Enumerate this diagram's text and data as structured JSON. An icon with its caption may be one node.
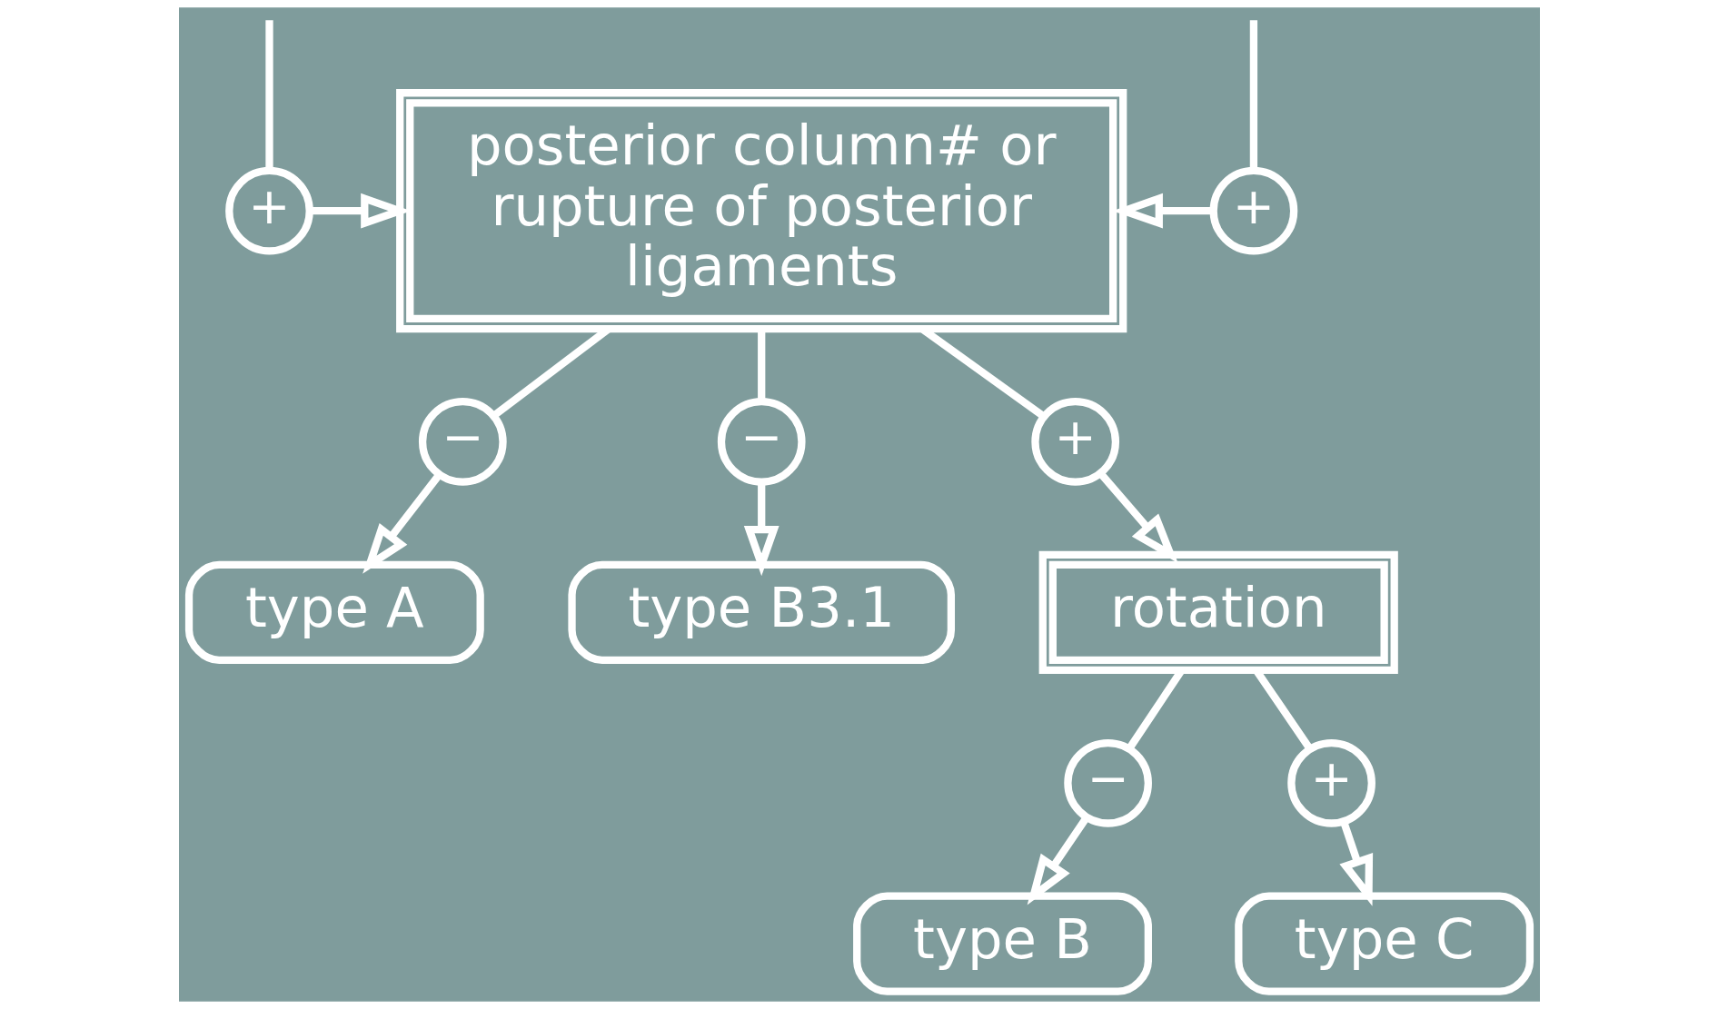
{
  "diagram": {
    "nodes": [
      {
        "text": [
          "+"
        ]
      },
      {
        "text": [
          "posterior column# or rupture of posterior ligaments"
        ]
      },
      {
        "text": [
          "+"
        ]
      },
      {
        "text": [
          "−"
        ]
      },
      {
        "text": [
          "−"
        ]
      },
      {
        "text": [
          "type A"
        ]
      },
      {
        "text": [
          "+"
        ]
      },
      {
        "text": [
          "type B3.1"
        ]
      },
      {
        "text": [
          "rotation"
        ]
      },
      {
        "text": [
          "−"
        ]
      },
      {
        "text": [
          "+"
        ]
      },
      {
        "text": [
          "type B"
        ]
      },
      {
        "text": [
          "type C"
        ]
      }
    ],
    "edges": [
      {
        "from": null,
        "to": 0,
        "arrow": "none"
      },
      {
        "from": 0,
        "to": 1,
        "arrow": "to"
      },
      {
        "from": null,
        "to": 2,
        "arrow": "none"
      },
      {
        "from": 2,
        "to": 1,
        "arrow": "to"
      },
      {
        "from": 1,
        "to": 3,
        "arrow": "none"
      },
      {
        "from": 3,
        "to": 5,
        "arrow": "to"
      },
      {
        "from": 1,
        "to": 6,
        "arrow": "none"
      },
      {
        "from": 6,
        "to": 8,
        "arrow": "to"
      },
      {
        "from": 1,
        "to": 4,
        "arrow": "none"
      },
      {
        "from": 4,
        "to": 7,
        "arrow": "to"
      },
      {
        "from": 8,
        "to": 9,
        "arrow": "none"
      },
      {
        "from": 9,
        "to": 11,
        "arrow": "to"
      },
      {
        "from": 8,
        "to": 10,
        "arrow": "none"
      },
      {
        "from": 10,
        "to": 12,
        "arrow": "to"
      }
    ]
  }
}
